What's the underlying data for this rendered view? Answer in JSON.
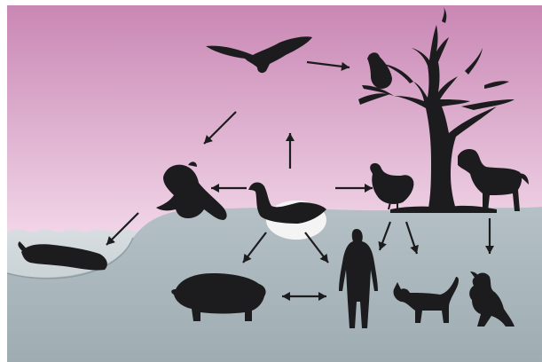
{
  "diagram": {
    "type": "animal-host transmission web",
    "nodes": [
      {
        "id": "eagle",
        "icon": "eagle-icon"
      },
      {
        "id": "crow",
        "icon": "crow-icon"
      },
      {
        "id": "tree",
        "icon": "tree-icon"
      },
      {
        "id": "seal",
        "icon": "seal-icon"
      },
      {
        "id": "swan",
        "icon": "swan-icon"
      },
      {
        "id": "chicken",
        "icon": "chicken-icon"
      },
      {
        "id": "horse",
        "icon": "horse-icon"
      },
      {
        "id": "whale",
        "icon": "whale-icon"
      },
      {
        "id": "pig",
        "icon": "pig-icon"
      },
      {
        "id": "human",
        "icon": "human-icon"
      },
      {
        "id": "cat",
        "icon": "cat-icon"
      },
      {
        "id": "dog",
        "icon": "dog-icon"
      }
    ],
    "edges": [
      {
        "from": "eagle",
        "to": "crow",
        "bidirectional": false
      },
      {
        "from": "eagle",
        "to": "seal",
        "bidirectional": false
      },
      {
        "from": "swan",
        "to": "eagle",
        "bidirectional": false
      },
      {
        "from": "swan",
        "to": "seal",
        "bidirectional": false
      },
      {
        "from": "swan",
        "to": "chicken",
        "bidirectional": false
      },
      {
        "from": "seal",
        "to": "whale",
        "bidirectional": false
      },
      {
        "from": "swan",
        "to": "pig",
        "bidirectional": false
      },
      {
        "from": "swan",
        "to": "human",
        "bidirectional": false
      },
      {
        "from": "chicken",
        "to": "human",
        "bidirectional": false
      },
      {
        "from": "chicken",
        "to": "cat",
        "bidirectional": false
      },
      {
        "from": "horse",
        "to": "dog",
        "bidirectional": false
      },
      {
        "from": "pig",
        "to": "human",
        "bidirectional": true
      }
    ]
  },
  "colors": {
    "sky_top": "#c987b4",
    "sky_bottom": "#f1d6e8",
    "ground": "#a9b6bc",
    "water": "#c8d0d4",
    "silhouette": "#1c1c1e",
    "water_hole": "#f2f2f2"
  }
}
